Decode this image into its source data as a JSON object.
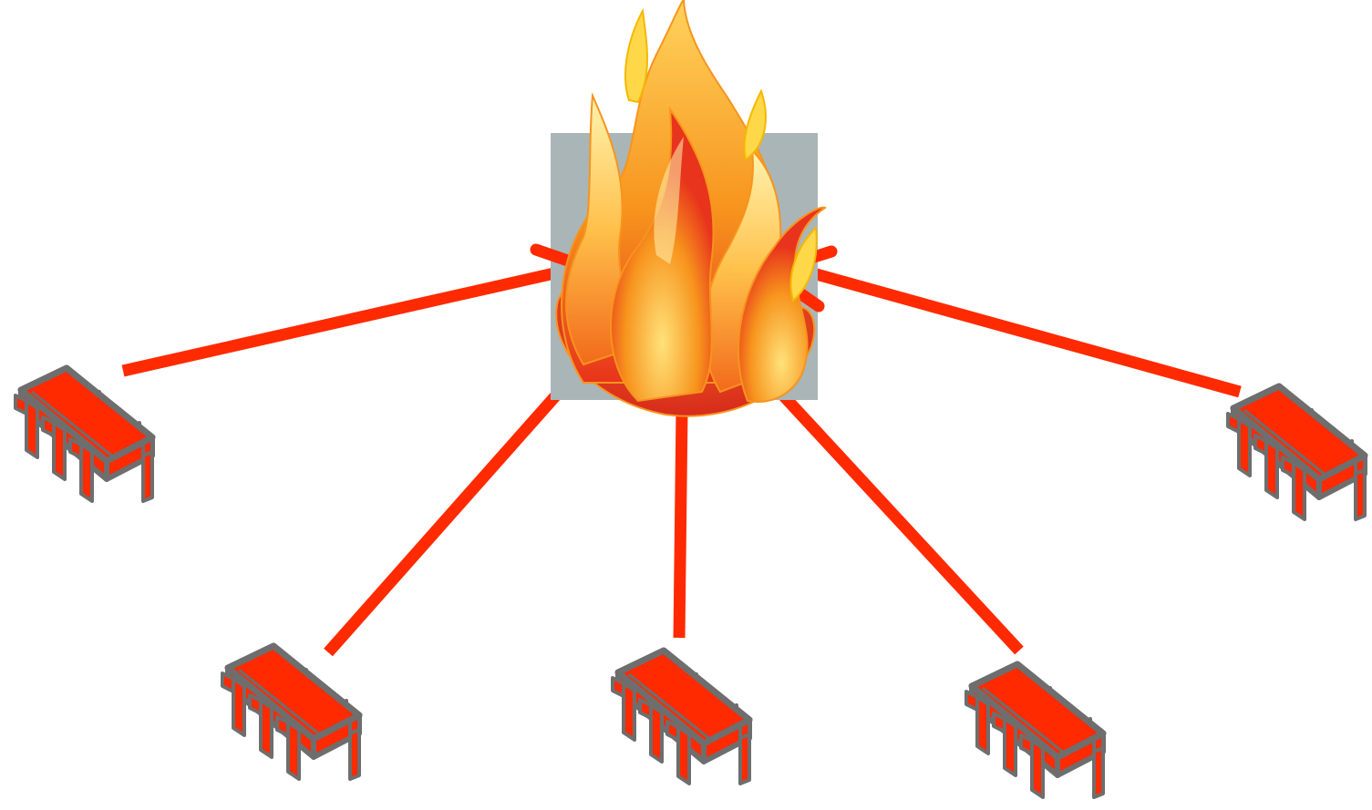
{
  "diagram": {
    "center_node": {
      "icon": "fire-icon",
      "background_color": "#aab5b8"
    },
    "link_color": "#ff2a00",
    "chip_body_color": "#ff2a00",
    "chip_outline_color": "#6e6e6e",
    "flame_colors": {
      "outer": "#f7941d",
      "inner": "#ffd35c",
      "core": "#e8341c",
      "highlight": "#fff3b0"
    },
    "peripheral_nodes": [
      {
        "id": "chip-1",
        "icon": "microchip-icon"
      },
      {
        "id": "chip-2",
        "icon": "microchip-icon"
      },
      {
        "id": "chip-3",
        "icon": "microchip-icon"
      },
      {
        "id": "chip-4",
        "icon": "microchip-icon"
      },
      {
        "id": "chip-5",
        "icon": "microchip-icon"
      }
    ]
  }
}
